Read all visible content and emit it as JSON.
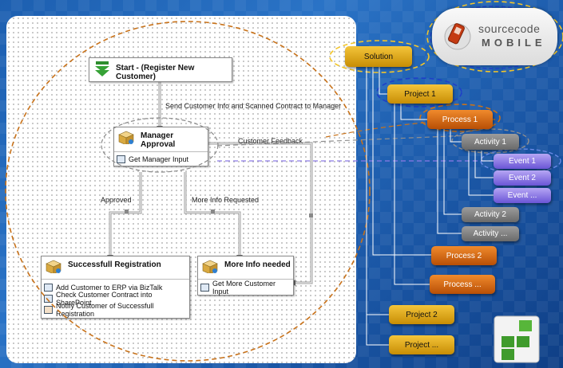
{
  "workflow": {
    "start": {
      "title": "Start - (Register New Customer)"
    },
    "approval": {
      "title": "Manager Approval",
      "item": "Get Manager Input"
    },
    "success": {
      "title": "Successfull Registration",
      "items": [
        "Add Customer to ERP via BizTalk",
        "Check Customer Contract into SharePoint",
        "Notify Customer of Successfull Registration"
      ]
    },
    "more": {
      "title": "More Info needed",
      "item": "Get More Customer Input"
    },
    "labels": {
      "send": "Send Customer Info and Scanned Contract to Manager",
      "feedback": "Customer Feedback",
      "approved": "Approved",
      "more_info": "More Info Requested"
    }
  },
  "hierarchy": {
    "solution": "Solution",
    "project1": "Project 1",
    "process1": "Process 1",
    "activity1": "Activity 1",
    "event1": "Event 1",
    "event2": "Event 2",
    "event_more": "Event ...",
    "activity2": "Activity 2",
    "activity_more": "Activity ...",
    "process2": "Process 2",
    "process_more": "Process ...",
    "project2": "Project 2",
    "project_more": "Project ..."
  },
  "logo": {
    "top": "sourcecode",
    "bottom": "MOBILE"
  },
  "colors": {
    "background": "#2a73c6",
    "gold": "#e2a915",
    "orange": "#d7680f",
    "grey": "#828282",
    "purple": "#8c7ae6",
    "dashed_orange": "#c8721a",
    "dashed_blue": "#1e3fc8",
    "dashed_yellow": "#f2c52a"
  }
}
